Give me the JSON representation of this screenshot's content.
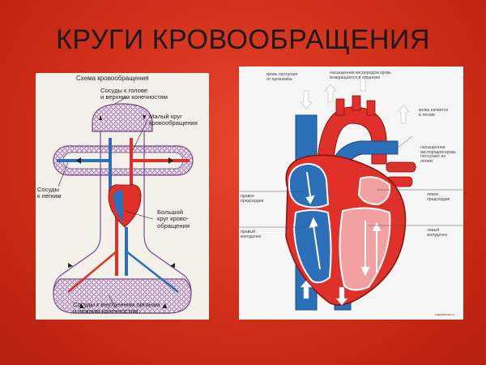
{
  "slide": {
    "title": "КРУГИ КРОВООБРАЩЕНИЯ"
  },
  "left_diagram": {
    "title": "Схема кровообращения",
    "labels": {
      "head_vessels": "Сосуды к голове\nи верхним конечностям",
      "small_circle": "Малый круг\nкровообращения",
      "lung_vessels": "Сосуды\nк легким",
      "big_circle": "Большой\nкруг крово-\nобращения",
      "internal_vessels": "Сосуды к внутренним органам\nи нижним конечностям"
    }
  },
  "right_diagram": {
    "labels": {
      "blood_from_body": "кровь поступает\nот организма",
      "oxygen_rich_return": "насыщенная кислородом кровь\nвозвращается в организм",
      "blood_to_lungs": "кровь качается\nв легкие",
      "oxygen_blood_from_lungs": "насыщенная\nкислородом кровь\nпоступает из\nлегких",
      "right_atrium": "правое\nпредсердие",
      "left_atrium": "левое\nпредсердие",
      "right_ventricle": "правый\nжелудочек",
      "left_ventricle": "левый\nжелудочек",
      "credit": "ruspharma.ru"
    }
  },
  "colors": {
    "background": "#d63a22",
    "artery_red": "#e0302a",
    "vein_blue": "#2a6fb8",
    "capillary_purple": "#9a6aa8"
  }
}
